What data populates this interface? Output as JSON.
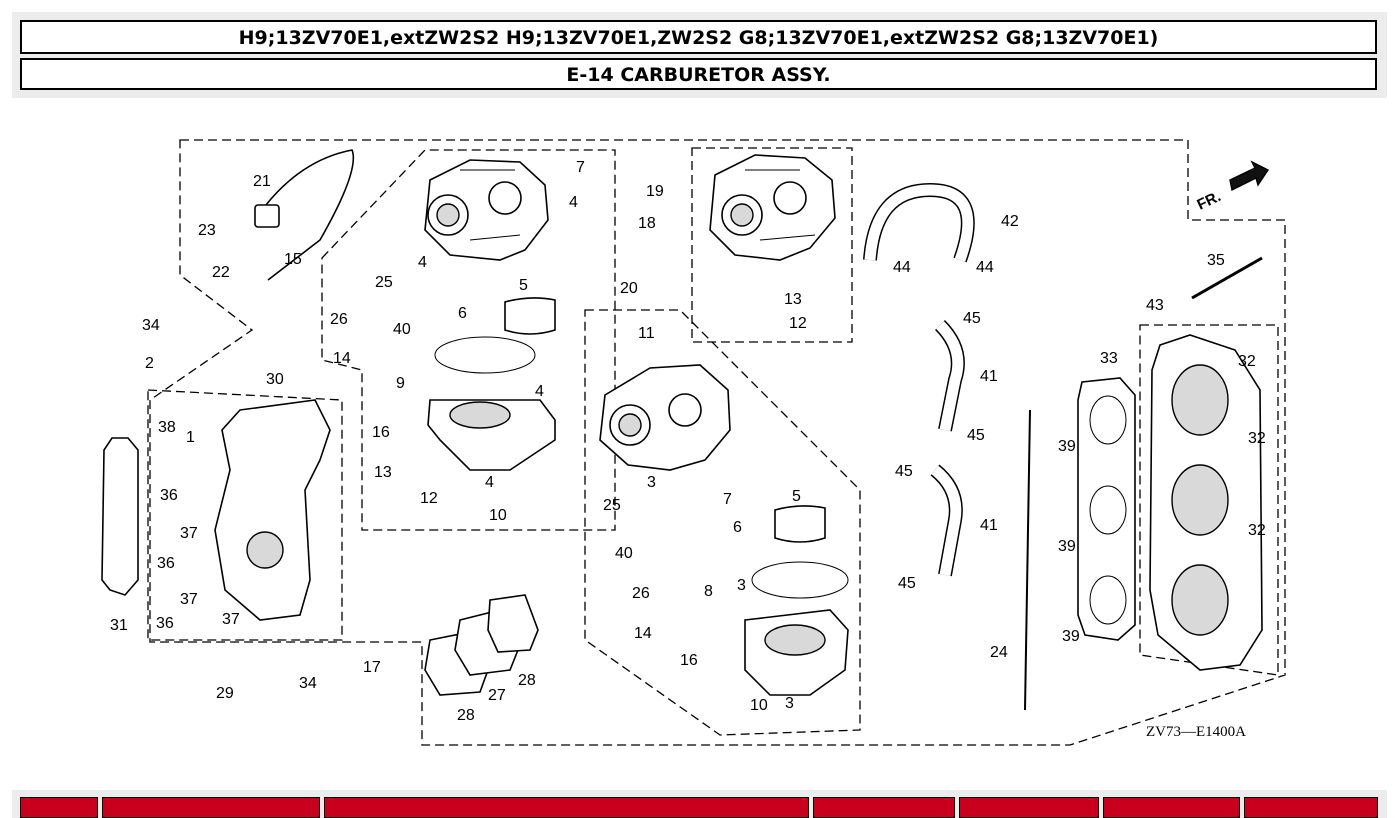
{
  "header": {
    "models_line": "H9;13ZV70E1,extZW2S2 H9;13ZV70E1,ZW2S2 G8;13ZV70E1,extZW2S2 G8;13ZV70E1)",
    "section_title": "E-14 CARBURETOR ASSY."
  },
  "diagram": {
    "code": "ZV73—E1400A",
    "direction_label": "FR.",
    "callouts": [
      "21",
      "23",
      "15",
      "22",
      "34",
      "2",
      "30",
      "38",
      "1",
      "36",
      "37",
      "36",
      "37",
      "36",
      "37",
      "31",
      "17",
      "29",
      "34",
      "7",
      "4",
      "18",
      "25",
      "4",
      "5",
      "6",
      "26",
      "40",
      "14",
      "9",
      "4",
      "16",
      "13",
      "12",
      "4",
      "10",
      "19",
      "42",
      "44",
      "44",
      "13",
      "12",
      "20",
      "11",
      "3",
      "7",
      "25",
      "5",
      "6",
      "40",
      "26",
      "8",
      "3",
      "14",
      "16",
      "10",
      "3",
      "28",
      "27",
      "28",
      "45",
      "41",
      "45",
      "45",
      "41",
      "45",
      "24",
      "35",
      "43",
      "33",
      "32",
      "39",
      "32",
      "39",
      "32",
      "39"
    ]
  },
  "table": {
    "header_color": "#c8001e"
  }
}
